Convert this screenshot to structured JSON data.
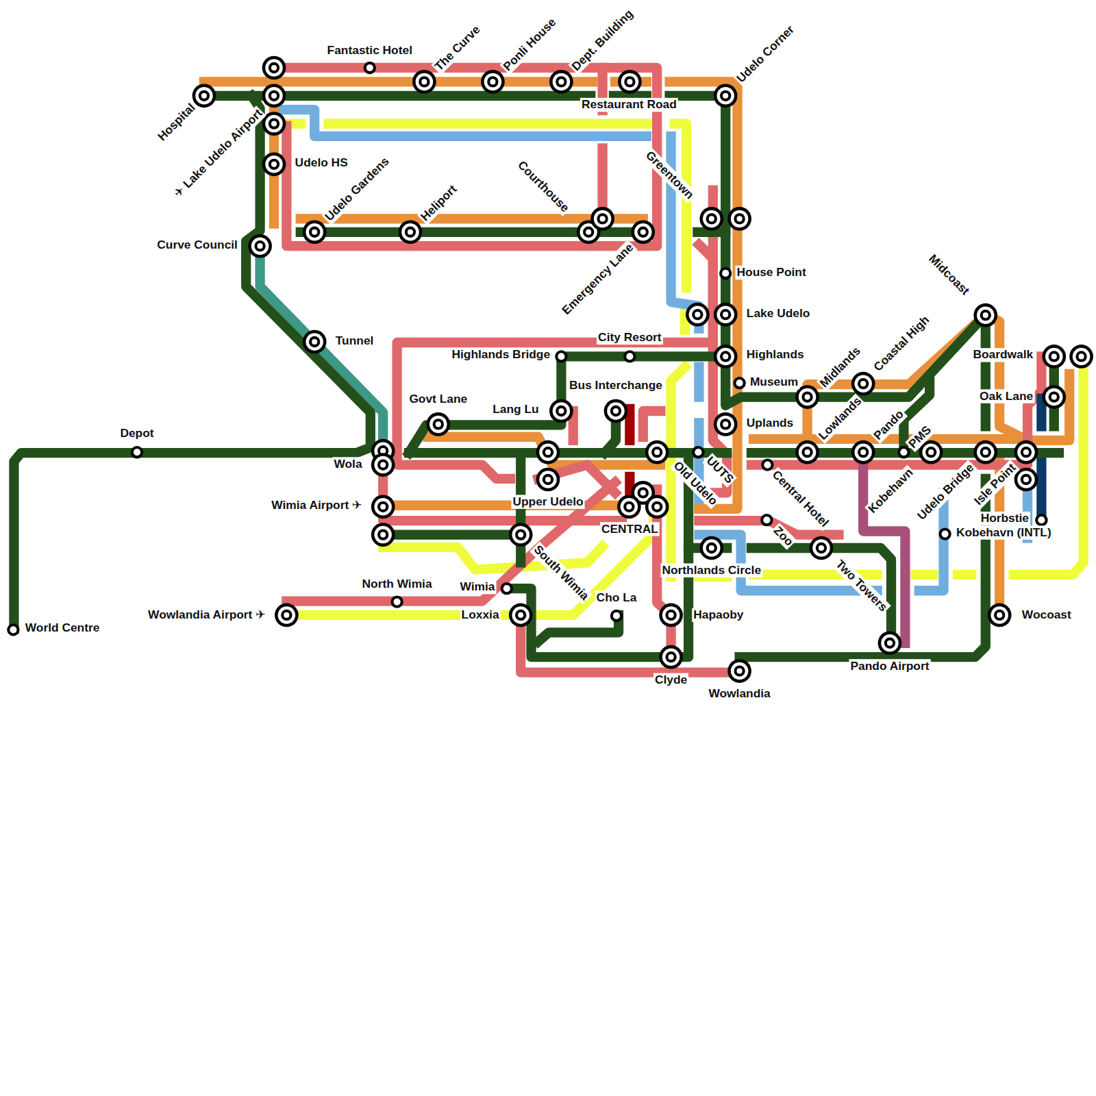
{
  "diagram": {
    "labels": [
      "Fantastic Hotel",
      "The Curve",
      "Ponli House",
      "Dept. Building",
      "Restaurant Road",
      "Udelo Corner",
      "Hospital",
      "✈ Lake Udelo Airport",
      "Udelo HS",
      "Udelo Gardens",
      "Heliport",
      "Courthouse",
      "Greentown",
      "Emergency Lane",
      "Curve Council",
      "House Point",
      "Lake Udelo",
      "Tunnel",
      "City Resort",
      "Highlands Bridge",
      "Highlands",
      "Museum",
      "Bus Interchange",
      "Lang Lu",
      "Govt Lane",
      "Uplands",
      "Depot",
      "Wola",
      "Wimia Airport ✈",
      "Upper Udelo",
      "CENTRAL",
      "Old Udelo",
      "UUTS",
      "Midlands",
      "Coastal High",
      "Midcoast",
      "Lowlands",
      "Pando",
      "PMS",
      "Central Hotel",
      "Zoo",
      "Kobehavn",
      "Udelo Bridge",
      "Isle Point",
      "Boardwalk",
      "Oak Lane",
      "Horbstie",
      "Kobehavn (INTL)",
      "North Wimia",
      "Wimia",
      "South Wimia",
      "Cho La",
      "Northlands Circle",
      "Two Towers",
      "Wowlandia Airport ✈",
      "Loxxia",
      "Hapaoby",
      "Wocoast",
      "Pando Airport",
      "Clyde",
      "Wowlandia",
      "World Centre"
    ]
  }
}
